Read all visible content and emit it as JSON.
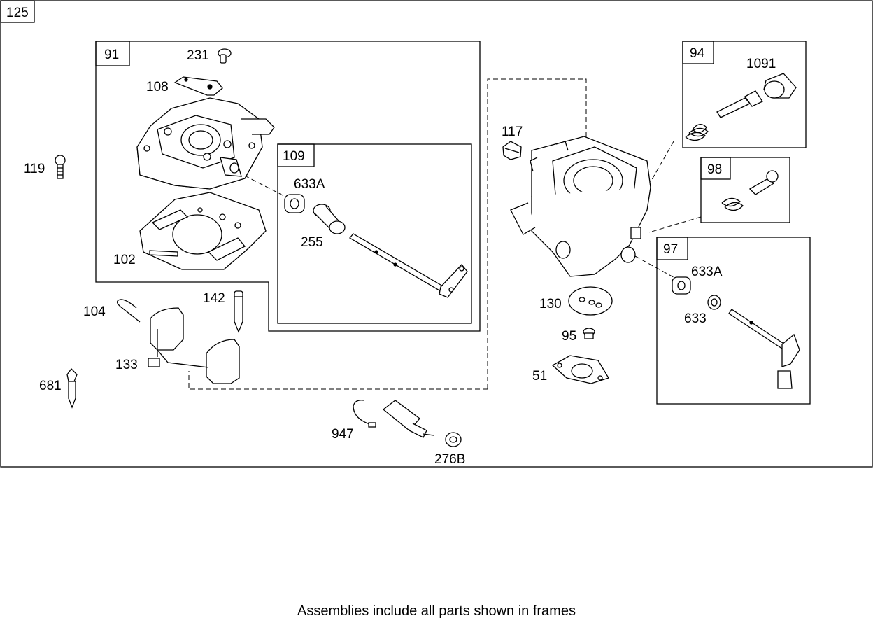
{
  "assemblies": {
    "main": "125",
    "a91": "91",
    "a109": "109",
    "a94": "94",
    "a98": "98",
    "a97": "97"
  },
  "parts": {
    "p231": "231",
    "p108": "108",
    "p119": "119",
    "p633a_left": "633A",
    "p255": "255",
    "p102": "102",
    "p104": "104",
    "p142": "142",
    "p133": "133",
    "p681": "681",
    "p947": "947",
    "p276b": "276B",
    "p117": "117",
    "p1091": "1091",
    "p130": "130",
    "p95": "95",
    "p51": "51",
    "p633a_right": "633A",
    "p633": "633"
  },
  "footer": "Assemblies include all parts shown in frames"
}
